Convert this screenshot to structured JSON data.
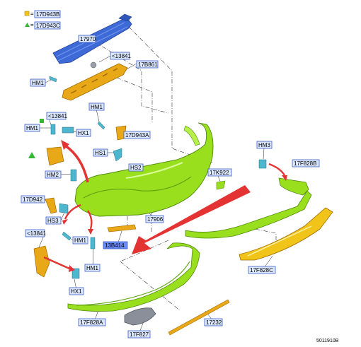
{
  "legend": {
    "square_code": "17D943B",
    "triangle_code": "17D943C",
    "square_color": "#f0c419",
    "triangle_color": "#33b833"
  },
  "callouts": {
    "c17970": "17970",
    "c13841_top": "<13841",
    "c17B861": "17B861",
    "cHM1_a": "HM1",
    "cHM1_b": "HM1",
    "c13841_mid": "<13841",
    "cHM1_c": "HM1",
    "cHX1_a": "HX1",
    "c17D943A": "17D943A",
    "cHS1": "HS1",
    "cHM2": "HM2",
    "cHS2": "HS2",
    "c17K922": "17K922",
    "cHM3": "HM3",
    "c17F828B": "17F828B",
    "c17D942": "17D942",
    "c17906": "17906",
    "cHS3": "HS3",
    "c13841_low": "<13841",
    "cHM1_d": "HM1",
    "c13B414": "13B414",
    "cHM1_e": "HM1",
    "c17F828C": "17F828C",
    "cHX1_b": "HX1",
    "c17F828A": "17F828A",
    "c17F827": "17F827",
    "c17232": "17232"
  },
  "footer": {
    "drawing_number": "5011910B"
  },
  "colors": {
    "bumper": "#9adf1e",
    "beam": "#3d6ad6",
    "bracket": "#e8a817",
    "arrow": "#e33333",
    "label_fill": "#dce8ff",
    "label_border": "#3a5bc7",
    "highlight_fill": "#6c8cf5"
  }
}
